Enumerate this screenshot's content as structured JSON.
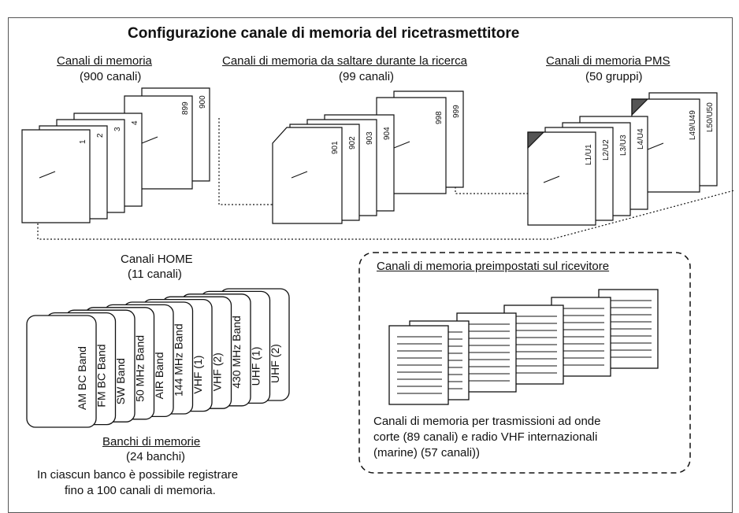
{
  "title": "Configurazione canale di memoria del ricetrasmettitore",
  "memory_channels": {
    "heading": "Canali di memoria",
    "count": "(900 canali)",
    "labels": [
      "1",
      "2",
      "3",
      "4",
      "899",
      "900"
    ]
  },
  "skip_channels": {
    "heading": "Canali di memoria da saltare durante la ricerca",
    "count": "(99 canali)",
    "labels": [
      "901",
      "902",
      "903",
      "904",
      "998",
      "999"
    ]
  },
  "pms_channels": {
    "heading": "Canali di memoria PMS",
    "count": "(50 gruppi)",
    "labels": [
      "L1/U1",
      "L2/U2",
      "L3/U3",
      "L4/U4",
      "L49/U49",
      "L50/U50"
    ]
  },
  "home_channels": {
    "heading": "Canali HOME",
    "count": "(11 canali)"
  },
  "banks": {
    "labels": [
      "AM BC Band",
      "FM BC Band",
      "SW Band",
      "50 MHz Band",
      "AIR Band",
      "144 MHz Band",
      "VHF (1)",
      "VHF (2)",
      "430 MHz Band",
      "UHF (1)",
      "UHF (2)"
    ],
    "heading": "Banchi di memorie",
    "count": "(24 banchi)",
    "note_line1": "In ciascun banco è possibile registrare",
    "note_line2": "fino a 100 canali di memoria."
  },
  "preset": {
    "heading": "Canali di memoria preimpostati sul ricevitore",
    "desc_line1": "Canali di memoria per trasmissioni ad onde",
    "desc_line2": "corte (89 canali) e radio VHF internazionali",
    "desc_line3": "(marine) (57 canali))"
  }
}
